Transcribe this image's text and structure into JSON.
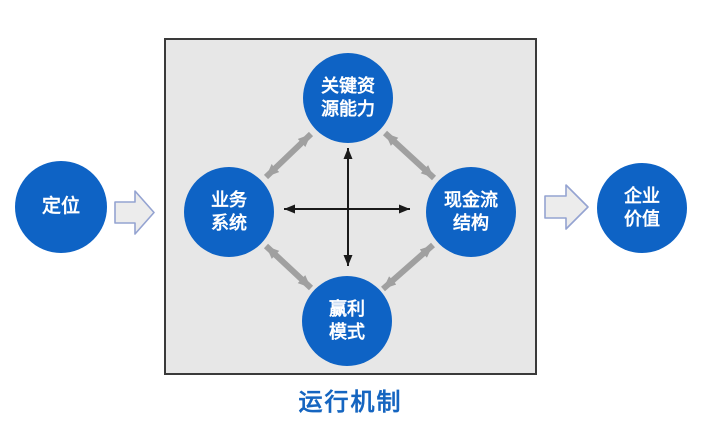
{
  "diagram": {
    "outer_label": "运行机制",
    "nodes": {
      "positioning": {
        "label": "定位",
        "line1": "定位"
      },
      "key_resources": {
        "label": "关键资源能力",
        "line1": "关键资",
        "line2": "源能力"
      },
      "business_system": {
        "label": "业务系统",
        "line1": "业务",
        "line2": "系统"
      },
      "cash_flow": {
        "label": "现金流结构",
        "line1": "现金流",
        "line2": "结构"
      },
      "profit_model": {
        "label": "赢利模式",
        "line1": "赢利",
        "line2": "模式"
      },
      "enterprise_value": {
        "label": "企业价值",
        "line1": "企业",
        "line2": "价值"
      }
    },
    "connections": [
      {
        "from": "业务系统",
        "to": "关键资源能力",
        "style": "double-arrow-gray"
      },
      {
        "from": "关键资源能力",
        "to": "现金流结构",
        "style": "double-arrow-gray"
      },
      {
        "from": "业务系统",
        "to": "赢利模式",
        "style": "double-arrow-gray"
      },
      {
        "from": "赢利模式",
        "to": "现金流结构",
        "style": "double-arrow-gray"
      },
      {
        "from": "业务系统",
        "to": "现金流结构",
        "style": "double-arrow-black"
      },
      {
        "from": "关键资源能力",
        "to": "赢利模式",
        "style": "double-arrow-black"
      },
      {
        "from": "定位",
        "to": "运行机制",
        "style": "block-arrow"
      },
      {
        "from": "运行机制",
        "to": "企业价值",
        "style": "block-arrow"
      }
    ],
    "colors": {
      "node_fill": "#0E63C5",
      "node_text": "#FFFFFF",
      "box_fill": "#E7E7E7",
      "box_border": "#3A3A3A",
      "gray_arrow": "#A0A0A0",
      "black_arrow": "#1A1A1A",
      "block_arrow_fill": "#ECECEC",
      "block_arrow_stroke": "#94A3D1",
      "outer_label_color": "#1565C0",
      "background": "#FFFFFF"
    }
  }
}
